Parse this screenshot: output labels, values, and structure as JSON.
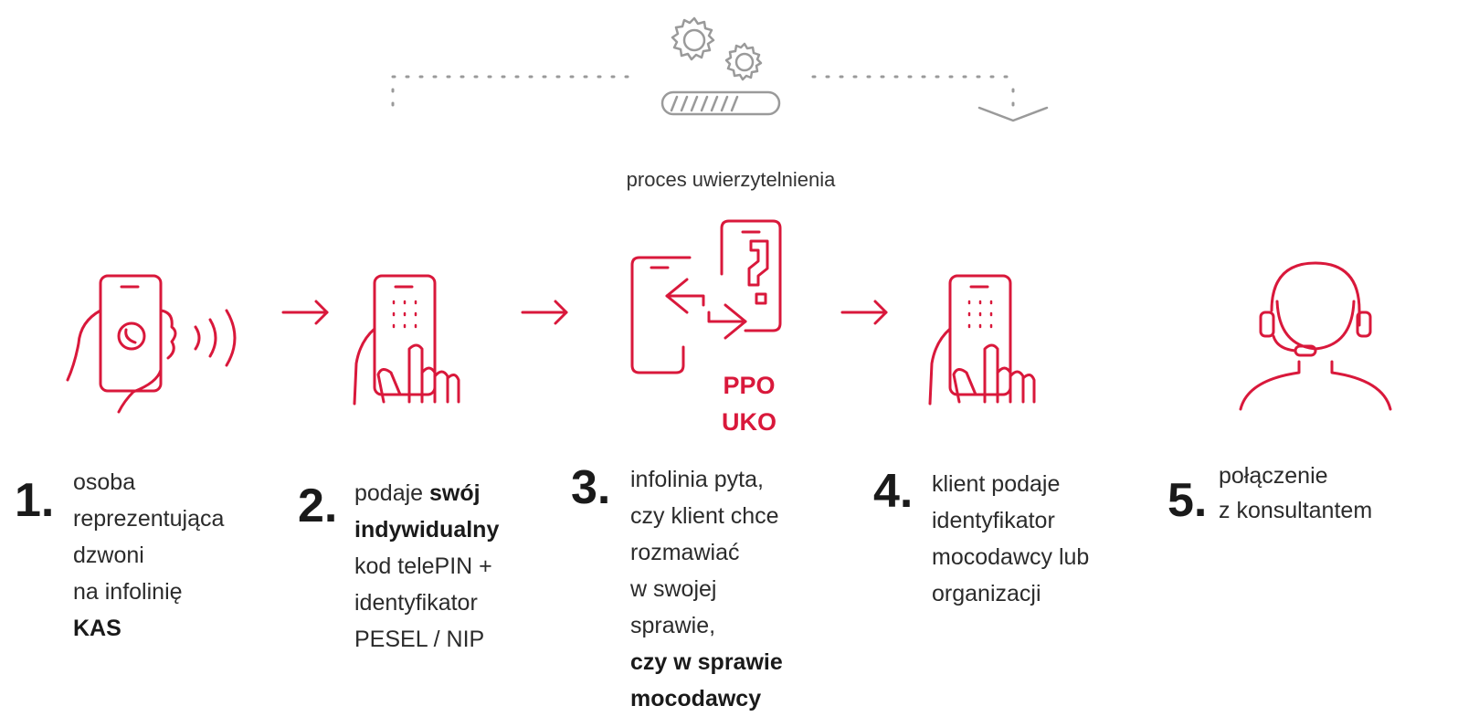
{
  "process_label": "proces uwierzytelnienia",
  "ppo_label": "PPO",
  "uko_label": "UKO",
  "accent_color": "#d9183b",
  "steps": [
    {
      "number": "1.",
      "lines": [
        "osoba",
        "reprezentująca",
        "dzwoni",
        "na infolinię"
      ],
      "bold": "KAS",
      "icon": "phone-call-icon"
    },
    {
      "number": "2.",
      "prefix": "podaje ",
      "bold": "swój indywidualny",
      "rest": [
        "kod telePIN +",
        "identyfikator",
        "PESEL / NIP"
      ],
      "icon": "keypad-hand-icon"
    },
    {
      "number": "3.",
      "lines": [
        "infolinia pyta,",
        "czy klient chce",
        "rozmawiać",
        "w swojej",
        "sprawie,"
      ],
      "bold1": "czy w sprawie",
      "bold2": "mocodawcy",
      "icon": "exchange-phones-icon"
    },
    {
      "number": "4.",
      "lines": [
        "klient podaje",
        "identyfikator",
        "mocodawcy lub",
        "organizacji"
      ],
      "icon": "keypad-hand-icon"
    },
    {
      "number": "5.",
      "lines": [
        "połączenie",
        "z konsultantem"
      ],
      "icon": "consultant-headset-icon"
    }
  ]
}
